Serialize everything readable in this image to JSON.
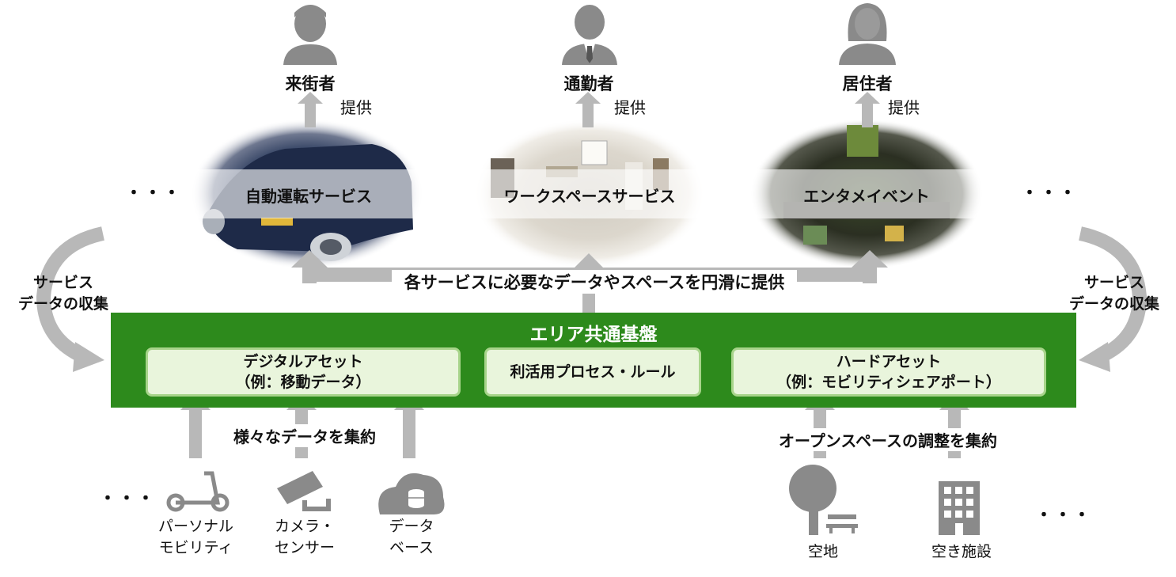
{
  "recipients": [
    {
      "name": "来街者",
      "action": "提供",
      "icon": "male-user-icon"
    },
    {
      "name": "通勤者",
      "action": "提供",
      "icon": "businessman-icon"
    },
    {
      "name": "居住者",
      "action": "提供",
      "icon": "female-user-icon"
    }
  ],
  "services": [
    {
      "label": "自動運転サービス",
      "photo": "autonomous-vehicle-photo"
    },
    {
      "label": "ワークスペースサービス",
      "photo": "workspace-photo"
    },
    {
      "label": "エンタメイベント",
      "photo": "night-event-photo"
    }
  ],
  "ellipsis": "・・・",
  "center_label": "各サービスに必要なデータやスペースを円滑に提供",
  "side_left": {
    "line1": "サービス",
    "line2": "データの収集"
  },
  "side_right": {
    "line1": "サービス",
    "line2": "データの収集"
  },
  "platform": {
    "title": "エリア共通基盤",
    "digital": {
      "line1": "デジタルアセット",
      "line2": "（例：移動データ）"
    },
    "process": {
      "line1": "利活用プロセス・ルール"
    },
    "hard": {
      "line1": "ハードアセット",
      "line2": "（例：モビリティシェアポート）"
    }
  },
  "collect_data_label": "様々なデータを集約",
  "collect_space_label": "オープンスペースの調整を集約",
  "data_sources": [
    {
      "line1": "パーソナル",
      "line2": "モビリティ",
      "icon": "kick-scooter-icon"
    },
    {
      "line1": "カメラ・",
      "line2": "センサー",
      "icon": "security-camera-icon"
    },
    {
      "line1": "データ",
      "line2": "ベース",
      "icon": "cloud-database-icon"
    }
  ],
  "space_sources": [
    {
      "line1": "空地",
      "icon": "tree-bench-icon"
    },
    {
      "line1": "空き施設",
      "icon": "building-icon"
    }
  ],
  "colors": {
    "platform_green": "#2d8a1c",
    "asset_fill": "#e9f5dc",
    "asset_border": "#a7d48a",
    "arrow_gray": "#b8b8b8",
    "icon_gray": "#8a8a8a"
  }
}
